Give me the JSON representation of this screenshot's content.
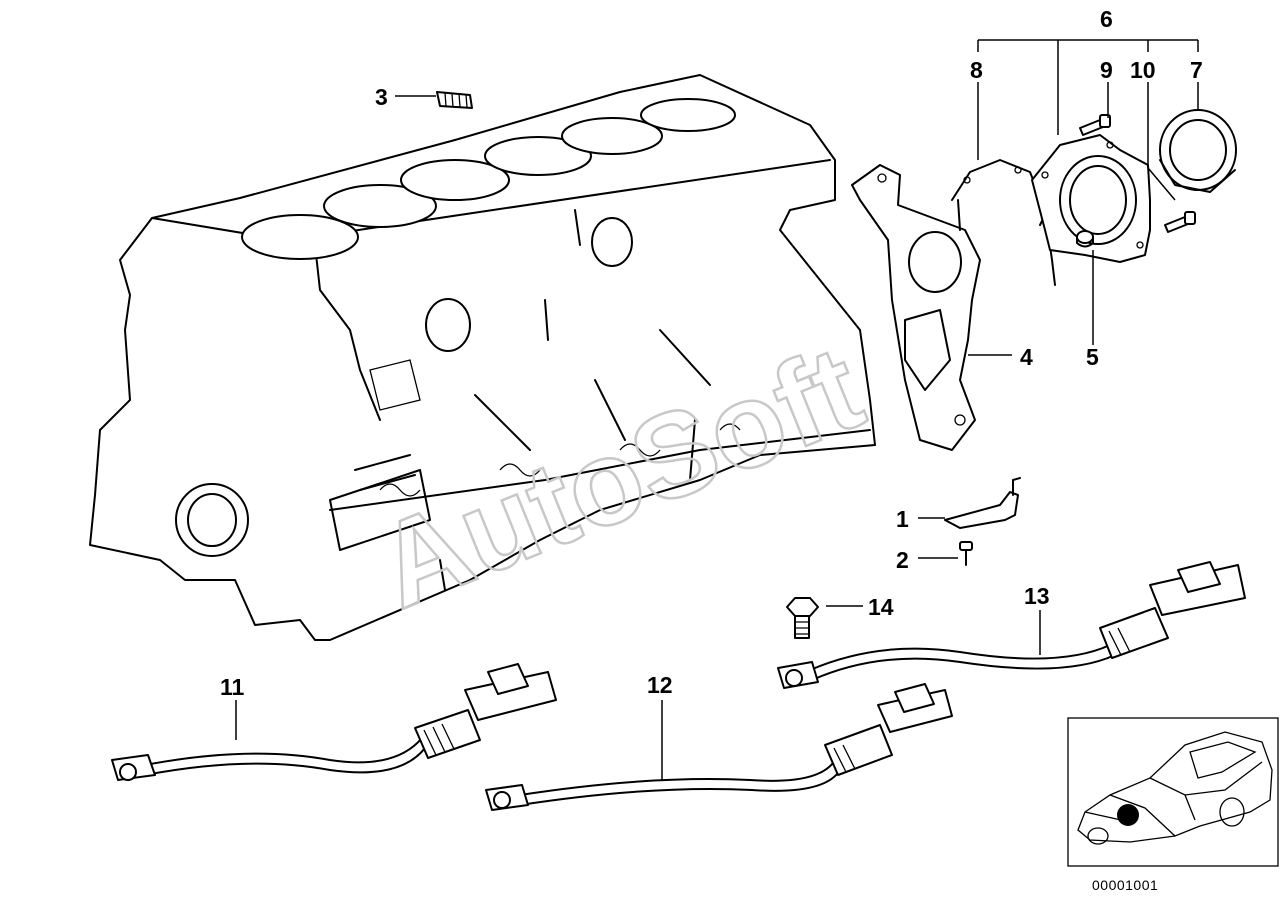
{
  "callouts": [
    {
      "id": "1",
      "label": "1"
    },
    {
      "id": "2",
      "label": "2"
    },
    {
      "id": "3",
      "label": "3"
    },
    {
      "id": "4",
      "label": "4"
    },
    {
      "id": "5",
      "label": "5"
    },
    {
      "id": "6",
      "label": "6"
    },
    {
      "id": "7",
      "label": "7"
    },
    {
      "id": "8",
      "label": "8"
    },
    {
      "id": "9",
      "label": "9"
    },
    {
      "id": "10",
      "label": "10"
    },
    {
      "id": "11",
      "label": "11"
    },
    {
      "id": "12",
      "label": "12"
    },
    {
      "id": "13",
      "label": "13"
    },
    {
      "id": "14",
      "label": "14"
    }
  ],
  "watermark": "AutoSoft",
  "reference_code": "00001001",
  "colors": {
    "line": "#000000",
    "background": "#ffffff",
    "watermark": "#c8c8c8",
    "locator_dot": "#000000"
  }
}
